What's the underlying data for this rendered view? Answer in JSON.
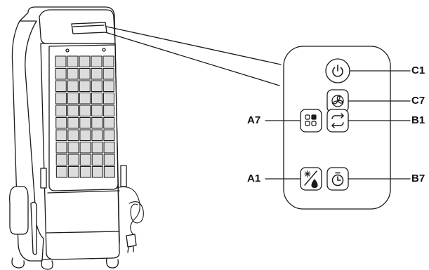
{
  "figure": {
    "type": "product control panel diagram",
    "colors": {
      "line": "#1a1a1a",
      "grille": "#dcdcdc",
      "panel_fill": "#ffffff",
      "background": "#ffffff"
    }
  },
  "callouts": {
    "c1": "C1",
    "c7": "C7",
    "a7": "A7",
    "b1": "B1",
    "a1": "A1",
    "b7": "B7"
  },
  "buttons": [
    {
      "id": "power",
      "icon": "power-icon",
      "callout": "C1"
    },
    {
      "id": "fan-speed",
      "icon": "fan-icon",
      "callout": "C7"
    },
    {
      "id": "mode",
      "icon": "mode-grid-icon",
      "callout": "A7"
    },
    {
      "id": "swing",
      "icon": "swing-arrows-icon",
      "callout": "B1"
    },
    {
      "id": "cool-humidify",
      "icon": "snowflake-water-icon",
      "callout": "A1"
    },
    {
      "id": "timer",
      "icon": "timer-icon",
      "callout": "B7"
    }
  ]
}
